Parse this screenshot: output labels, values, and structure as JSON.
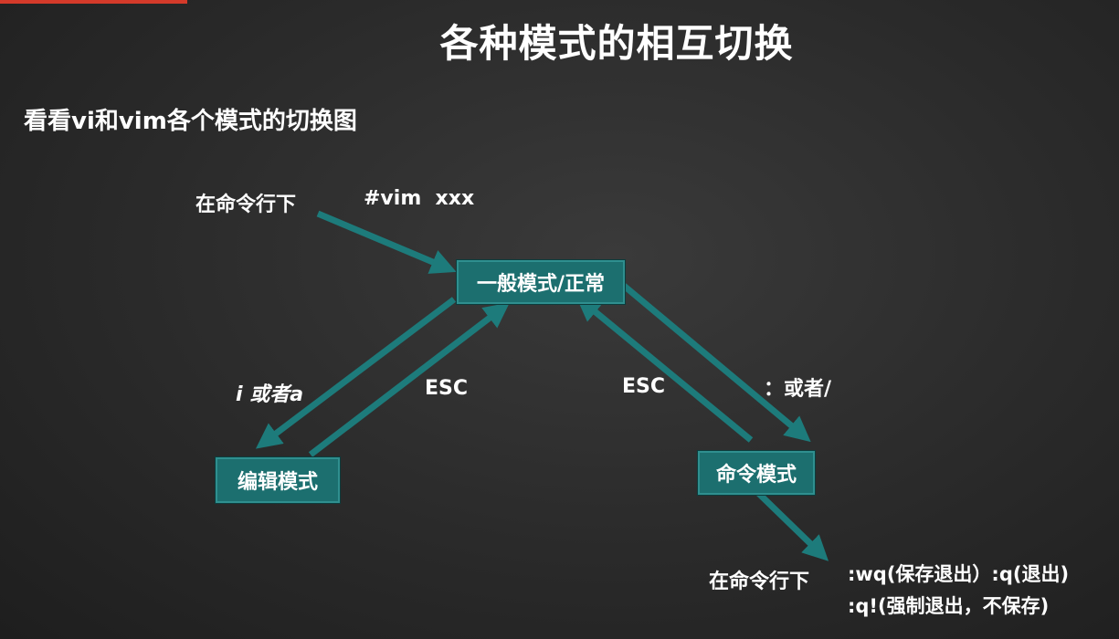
{
  "title": "各种模式的相互切换",
  "subtitle": "看看vi和vim各个模式的切换图",
  "labels": {
    "cmdline_top": "在命令行下",
    "vim_cmd": "#vim  xxx",
    "i_or_a": "i 或者a",
    "esc_left": "ESC",
    "esc_right": "ESC",
    "colon_or_slash": "：或者/",
    "cmdline_bottom": "在命令行下"
  },
  "nodes": {
    "normal": "一般模式/正常",
    "edit": "编辑模式",
    "command": "命令模式"
  },
  "commands": {
    "line1": ":wq(保存退出）:q(退出)",
    "line2": ":q!(强制退出，不保存)"
  },
  "colors": {
    "arrow": "#1d7b7b",
    "box": "#1c6f6f",
    "background": "#2c2c2c"
  }
}
